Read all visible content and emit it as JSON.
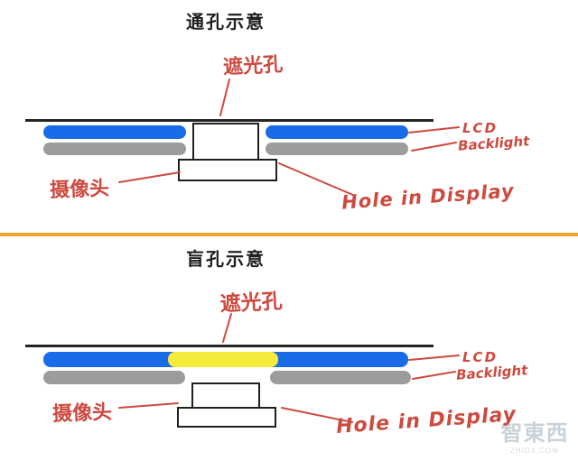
{
  "panels": [
    {
      "title": "通孔示意",
      "light_hole_label": "遮光孔",
      "lcd_label": "LCD",
      "backlight_label": "Backlight",
      "camera_label": "摄像头",
      "hole_label": "Hole in Display"
    },
    {
      "title": "盲孔示意",
      "light_hole_label": "遮光孔",
      "lcd_label": "LCD",
      "backlight_label": "Backlight",
      "camera_label": "摄像头",
      "hole_label": "Hole in Display"
    }
  ],
  "colors": {
    "lcd_blue": "#1A6BE8",
    "backlight_gray": "#9C9C9C",
    "blind_window_yellow": "#F6EB3B",
    "divider_orange": "#F0A42E",
    "annotation_red": "#CD4A3F",
    "cover_glass_black": "#242424"
  },
  "watermark": {
    "name": "智東西",
    "domain": "ZHIDX.COM"
  }
}
